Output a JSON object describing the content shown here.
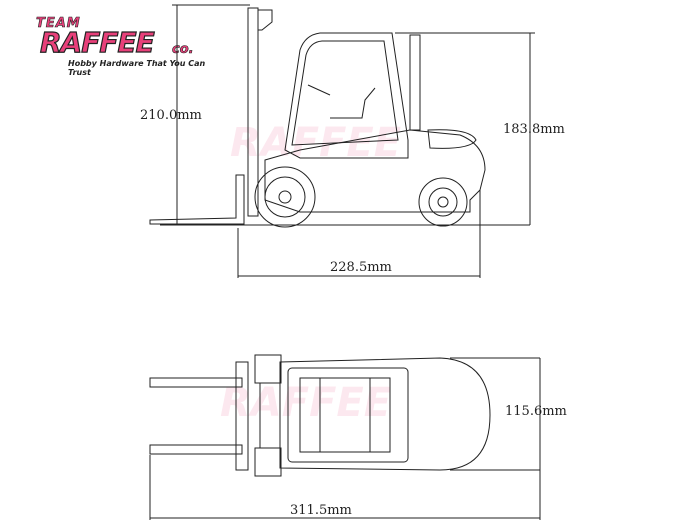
{
  "logo": {
    "team": "TEAM",
    "brand": "RAFFEE",
    "suffix": "co.",
    "tagline": "Hobby Hardware That You Can Trust"
  },
  "dimensions": {
    "side_height_total": "210.0mm",
    "side_height_cab": "183.8mm",
    "side_length": "228.5mm",
    "top_width": "115.6mm",
    "top_length": "311.5mm"
  },
  "colors": {
    "brand": "#e8407a",
    "line": "#222222"
  }
}
